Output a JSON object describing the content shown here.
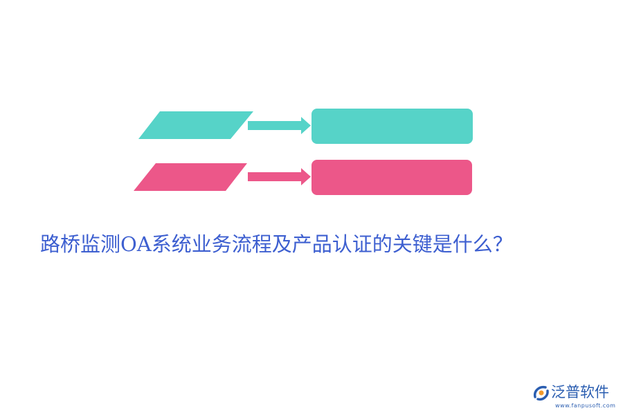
{
  "title": "路桥监测OA系统业务流程及产品认证的关键是什么？",
  "colors": {
    "teal": "#56d3c8",
    "pink": "#ec5789",
    "title": "#3d5fd0",
    "logo_blue": "#2a5db0",
    "logo_orange": "#f39a2b"
  },
  "logo": {
    "name": "泛普软件",
    "url": "www.fanpusoft.com"
  },
  "icons": [
    "teal-parallelogram",
    "teal-arrow-icon",
    "teal-rounded-box",
    "pink-parallelogram",
    "pink-arrow-icon",
    "pink-rounded-box",
    "fanpu-logo-icon"
  ]
}
